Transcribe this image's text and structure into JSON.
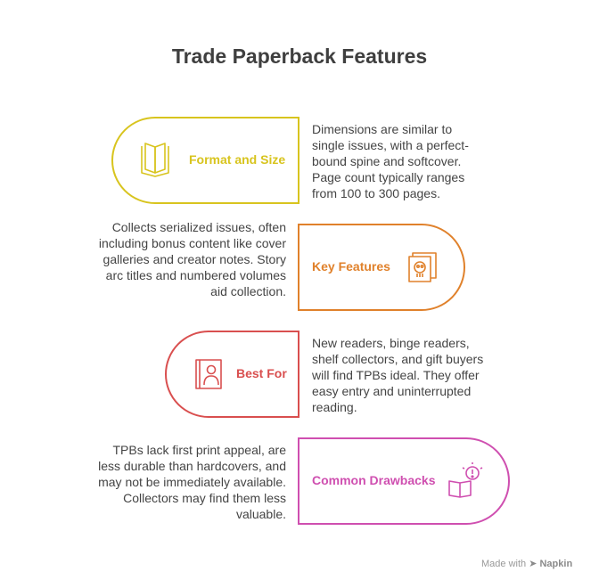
{
  "title": "Trade Paperback Features",
  "items": [
    {
      "label": "Format and Size",
      "color": "#d8c41e",
      "icon": "open-book-icon",
      "description": "Dimensions are similar to single issues, with a perfect-bound spine and softcover. Page count typically ranges from 100 to 300 pages."
    },
    {
      "label": "Key Features",
      "color": "#e0812b",
      "icon": "comic-pages-icon",
      "description": "Collects serialized issues, often including bonus content like cover galleries and creator notes. Story arc titles and numbered volumes aid collection."
    },
    {
      "label": "Best For",
      "color": "#d94f4f",
      "icon": "reader-book-icon",
      "description": "New readers, binge readers, shelf collectors, and gift buyers will find TPBs ideal. They offer easy entry and uninterrupted reading."
    },
    {
      "label": "Common Drawbacks",
      "color": "#cf4fb0",
      "icon": "book-alert-icon",
      "description": "TPBs lack first print appeal, are less durable than hardcovers, and may not be immediately available. Collectors may find them less valuable."
    }
  ],
  "footer": {
    "made_with": "Made with",
    "brand": "Napkin"
  }
}
